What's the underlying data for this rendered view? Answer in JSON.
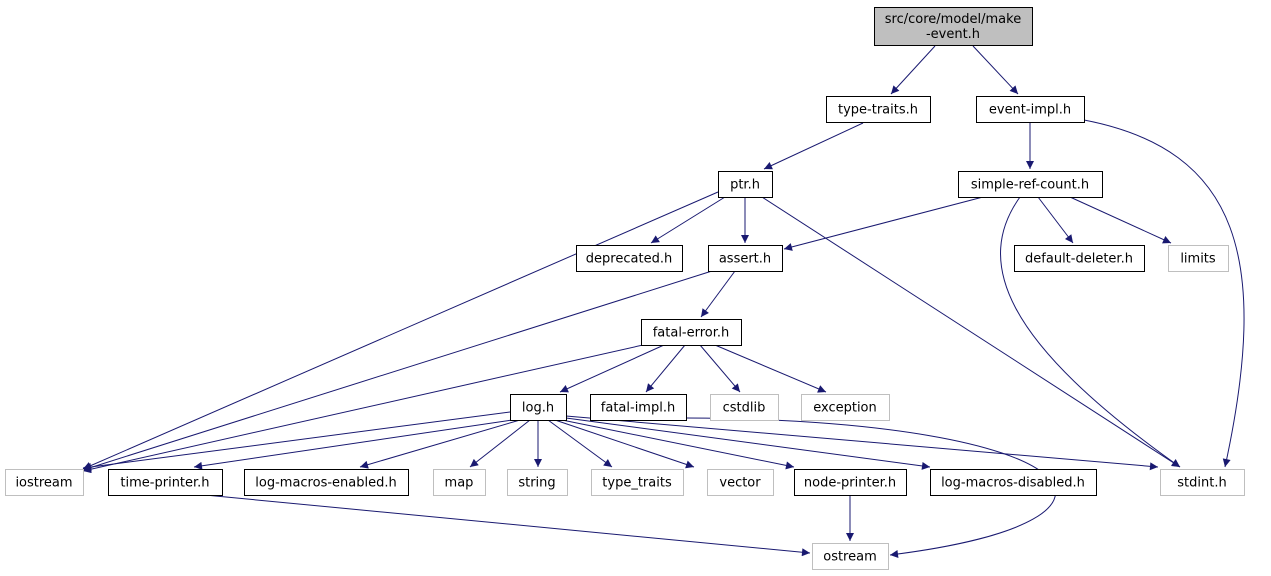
{
  "diagram": {
    "type": "include-dependency-graph",
    "colors": {
      "edge": "#191970",
      "root_fill": "#bfbfbf",
      "project_border": "#000000",
      "external_border": "#bfbfbf",
      "background": "#ffffff"
    },
    "nodes": [
      {
        "id": "make-event",
        "lines": [
          "src/core/model/make",
          "-event.h"
        ],
        "kind": "root"
      },
      {
        "id": "type-traits",
        "lines": [
          "type-traits.h"
        ],
        "kind": "project"
      },
      {
        "id": "event-impl",
        "lines": [
          "event-impl.h"
        ],
        "kind": "project"
      },
      {
        "id": "ptr",
        "lines": [
          "ptr.h"
        ],
        "kind": "project"
      },
      {
        "id": "simple-ref-count",
        "lines": [
          "simple-ref-count.h"
        ],
        "kind": "project"
      },
      {
        "id": "deprecated",
        "lines": [
          "deprecated.h"
        ],
        "kind": "project"
      },
      {
        "id": "assert",
        "lines": [
          "assert.h"
        ],
        "kind": "project"
      },
      {
        "id": "default-deleter",
        "lines": [
          "default-deleter.h"
        ],
        "kind": "project"
      },
      {
        "id": "limits",
        "lines": [
          "limits"
        ],
        "kind": "external"
      },
      {
        "id": "fatal-error",
        "lines": [
          "fatal-error.h"
        ],
        "kind": "project"
      },
      {
        "id": "log",
        "lines": [
          "log.h"
        ],
        "kind": "project"
      },
      {
        "id": "fatal-impl",
        "lines": [
          "fatal-impl.h"
        ],
        "kind": "project"
      },
      {
        "id": "cstdlib",
        "lines": [
          "cstdlib"
        ],
        "kind": "external"
      },
      {
        "id": "exception",
        "lines": [
          "exception"
        ],
        "kind": "external"
      },
      {
        "id": "iostream",
        "lines": [
          "iostream"
        ],
        "kind": "external"
      },
      {
        "id": "time-printer",
        "lines": [
          "time-printer.h"
        ],
        "kind": "project"
      },
      {
        "id": "log-macros-enabled",
        "lines": [
          "log-macros-enabled.h"
        ],
        "kind": "project"
      },
      {
        "id": "map",
        "lines": [
          "map"
        ],
        "kind": "external"
      },
      {
        "id": "string",
        "lines": [
          "string"
        ],
        "kind": "external"
      },
      {
        "id": "type_traits",
        "lines": [
          "type_traits"
        ],
        "kind": "external"
      },
      {
        "id": "vector",
        "lines": [
          "vector"
        ],
        "kind": "external"
      },
      {
        "id": "node-printer",
        "lines": [
          "node-printer.h"
        ],
        "kind": "project"
      },
      {
        "id": "log-macros-disabled",
        "lines": [
          "log-macros-disabled.h"
        ],
        "kind": "project"
      },
      {
        "id": "stdint",
        "lines": [
          "stdint.h"
        ],
        "kind": "external"
      },
      {
        "id": "ostream",
        "lines": [
          "ostream"
        ],
        "kind": "external"
      }
    ],
    "edges": [
      {
        "from": "make-event",
        "to": "type-traits"
      },
      {
        "from": "make-event",
        "to": "event-impl"
      },
      {
        "from": "type-traits",
        "to": "ptr"
      },
      {
        "from": "event-impl",
        "to": "simple-ref-count"
      },
      {
        "from": "event-impl",
        "to": "stdint"
      },
      {
        "from": "ptr",
        "to": "iostream"
      },
      {
        "from": "ptr",
        "to": "deprecated"
      },
      {
        "from": "ptr",
        "to": "assert"
      },
      {
        "from": "ptr",
        "to": "stdint"
      },
      {
        "from": "simple-ref-count",
        "to": "assert"
      },
      {
        "from": "simple-ref-count",
        "to": "default-deleter"
      },
      {
        "from": "simple-ref-count",
        "to": "limits"
      },
      {
        "from": "simple-ref-count",
        "to": "stdint"
      },
      {
        "from": "assert",
        "to": "iostream"
      },
      {
        "from": "assert",
        "to": "fatal-error"
      },
      {
        "from": "fatal-error",
        "to": "iostream"
      },
      {
        "from": "fatal-error",
        "to": "log"
      },
      {
        "from": "fatal-error",
        "to": "fatal-impl"
      },
      {
        "from": "fatal-error",
        "to": "cstdlib"
      },
      {
        "from": "fatal-error",
        "to": "exception"
      },
      {
        "from": "fatal-impl",
        "to": "ostream"
      },
      {
        "from": "log",
        "to": "iostream"
      },
      {
        "from": "log",
        "to": "time-printer"
      },
      {
        "from": "log",
        "to": "log-macros-enabled"
      },
      {
        "from": "log",
        "to": "map"
      },
      {
        "from": "log",
        "to": "string"
      },
      {
        "from": "log",
        "to": "type_traits"
      },
      {
        "from": "log",
        "to": "vector"
      },
      {
        "from": "log",
        "to": "node-printer"
      },
      {
        "from": "log",
        "to": "log-macros-disabled"
      },
      {
        "from": "log",
        "to": "stdint"
      },
      {
        "from": "time-printer",
        "to": "ostream"
      },
      {
        "from": "node-printer",
        "to": "ostream"
      }
    ]
  }
}
